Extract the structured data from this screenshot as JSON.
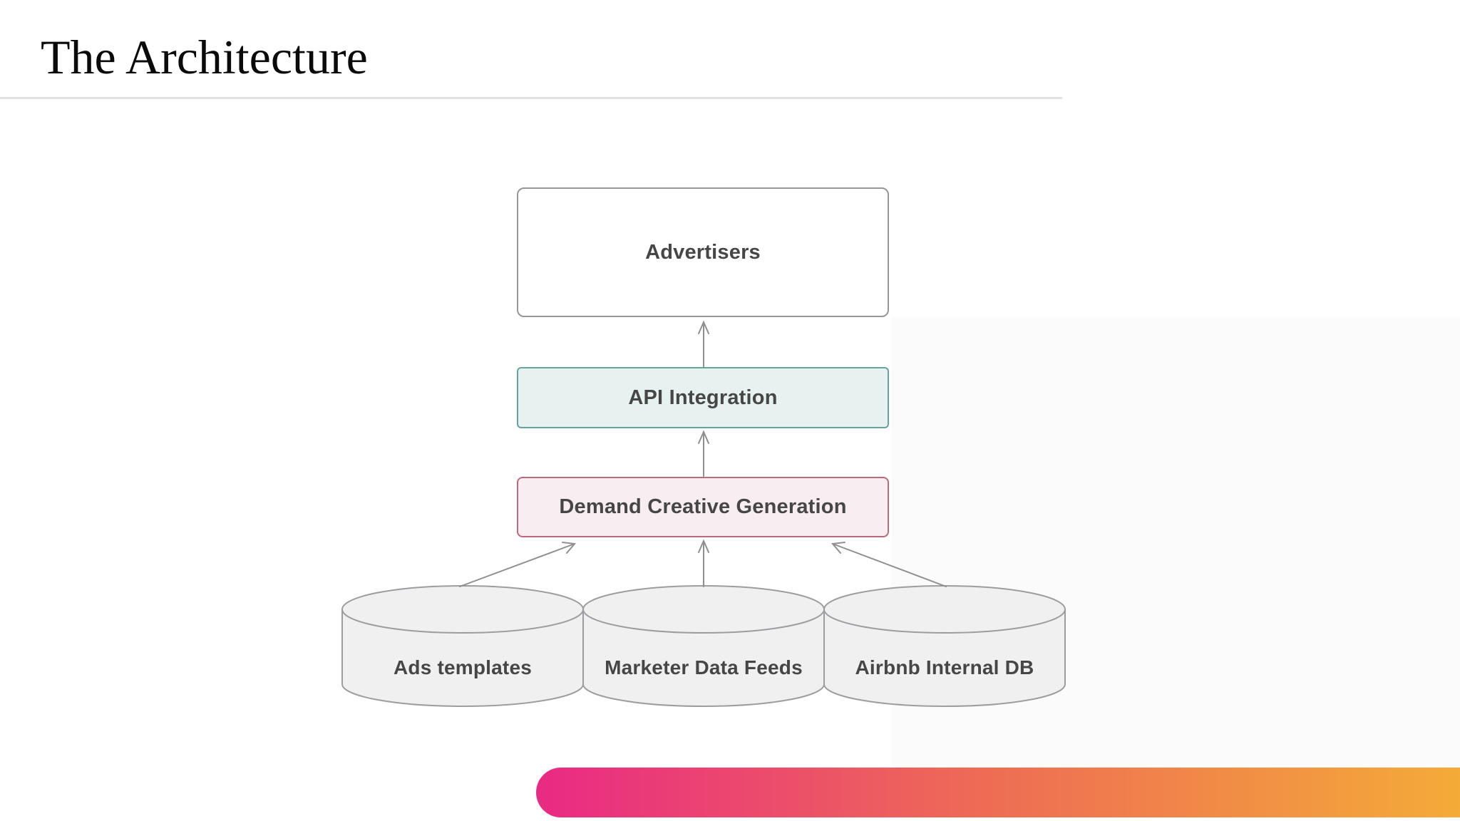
{
  "slide": {
    "title": "The Architecture"
  },
  "diagram": {
    "nodes": [
      {
        "id": "advertisers",
        "label": "Advertisers"
      },
      {
        "id": "api_integration",
        "label": "API Integration"
      },
      {
        "id": "demand_creative_generation",
        "label": "Demand Creative Generation"
      }
    ],
    "datastores": [
      {
        "id": "ads_templates",
        "label": "Ads templates"
      },
      {
        "id": "marketer_data_feeds",
        "label": "Marketer Data Feeds"
      },
      {
        "id": "airbnb_internal_db",
        "label": "Airbnb Internal DB"
      }
    ],
    "edges": [
      {
        "from": "api_integration",
        "to": "advertisers"
      },
      {
        "from": "demand_creative_generation",
        "to": "api_integration"
      },
      {
        "from": "ads_templates",
        "to": "demand_creative_generation"
      },
      {
        "from": "marketer_data_feeds",
        "to": "demand_creative_generation"
      },
      {
        "from": "airbnb_internal_db",
        "to": "demand_creative_generation"
      }
    ]
  },
  "colors": {
    "text": "#464646",
    "divider": "#e1e1e1",
    "plain-box-bg": "#ffffff",
    "plain-box-border": "#979797",
    "api-box-bg": "#e7f2f0",
    "api-box-border": "#64a39e",
    "demand-box-bg": "#f8edf0",
    "demand-box-border": "#bb6a7d",
    "cylinder-bg": "#f1f0f1",
    "cylinder-border": "#9d9da1",
    "arrow": "#8f8f8f",
    "gradient-start": "#e92a84",
    "gradient-mid": "#ee6b55",
    "gradient-end": "#f4ab38"
  }
}
